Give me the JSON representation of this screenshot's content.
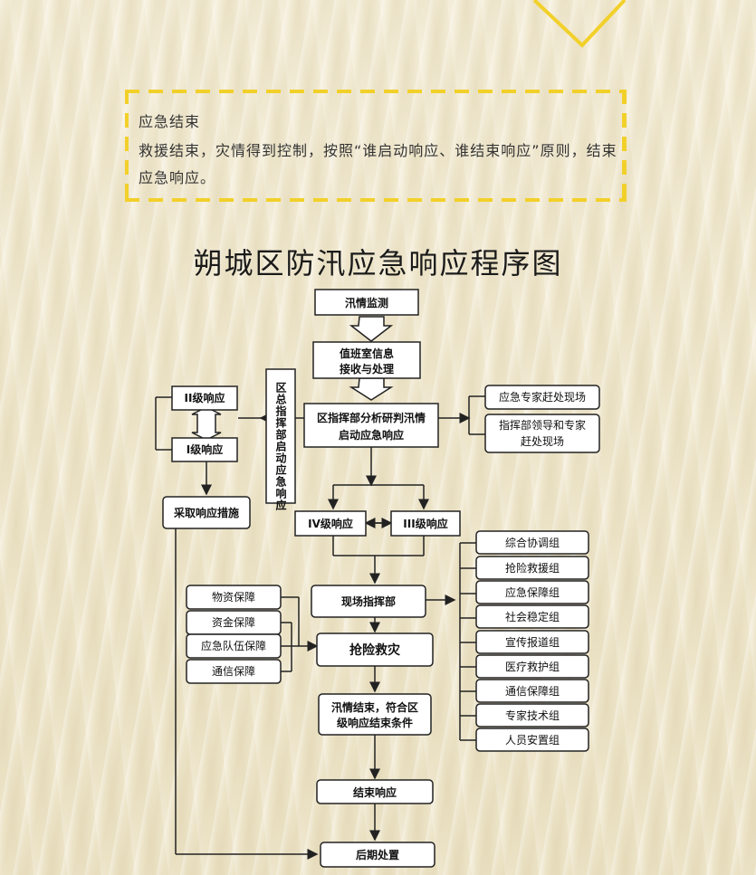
{
  "notice": {
    "heading": "应急结束",
    "body": "救援结束，灾情得到控制，按照“谁启动响应、谁结束响应”原则，结束应急响应。"
  },
  "title": "朔城区防汛应急响应程序图",
  "colors": {
    "accent": "#f2d02a",
    "box_fill": "#ffffff",
    "line": "#222222"
  },
  "diagram": {
    "monitor": "汛情监测",
    "duty_line1": "值班室信息",
    "duty_line2": "接收与处理",
    "analysis_line1": "区指挥部分析研判汛情",
    "analysis_line2": "启动应急响应",
    "vertical_label": "区总指挥部启动应急响应",
    "level2": "II级响应",
    "level1": "I级响应",
    "measures": "采取响应措施",
    "expert_to_site": "应急专家赶处现场",
    "leaders_line1": "指挥部领导和专家",
    "leaders_line2": "赶处现场",
    "level4": "IV级响应",
    "level3": "III级响应",
    "field_hq": "现场指挥部",
    "rescue": "抢险救灾",
    "end_cond_line1": "汛情结束，符合区",
    "end_cond_line2": "级响应结束条件",
    "end_response": "结束响应",
    "aftermath": "后期处置",
    "supports": [
      "物资保障",
      "资金保障",
      "应急队伍保障",
      "通信保障"
    ],
    "groups": [
      "综合协调组",
      "抢险救援组",
      "应急保障组",
      "社会稳定组",
      "宣传报道组",
      "医疗救护组",
      "通信保障组",
      "专家技术组",
      "人员安置组"
    ]
  }
}
